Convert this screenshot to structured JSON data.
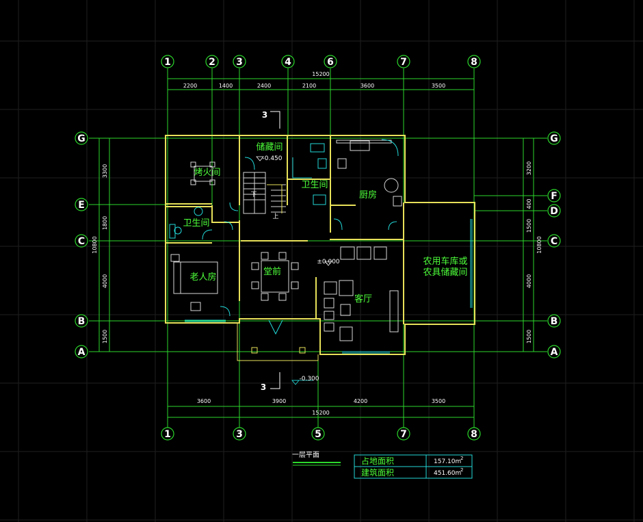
{
  "axes_top": [
    "1",
    "2",
    "3",
    "4",
    "6",
    "7",
    "8"
  ],
  "axes_bottom": [
    "1",
    "3",
    "5",
    "7",
    "8"
  ],
  "axes_left": [
    "G",
    "E",
    "C",
    "B",
    "A"
  ],
  "axes_right": [
    "G",
    "F",
    "D",
    "C",
    "B",
    "A"
  ],
  "dims_top_total": "15200",
  "dims_top": [
    "2200",
    "1400",
    "2400",
    "2100",
    "3600",
    "3500"
  ],
  "dims_bottom": [
    "3600",
    "3900",
    "4200",
    "3500"
  ],
  "dims_bottom_total": "15200",
  "dims_left": [
    "3300",
    "1800",
    "4000",
    "1500"
  ],
  "dims_left_total": "10800",
  "dims_right": [
    "3200",
    "400",
    "1500",
    "4000",
    "1500"
  ],
  "dims_right_total": "10800",
  "rooms": {
    "fire_room": "烤火间",
    "storage": "储藏间",
    "bath_upper": "卫生间",
    "kitchen": "厨房",
    "bath_left": "卫生间",
    "elder_room": "老人房",
    "dining": "堂前",
    "living": "客厅",
    "garage_line1": "农用车库或",
    "garage_line2": "农具储藏间"
  },
  "levels": {
    "storage": "-0.450",
    "main": "±0.000",
    "porch": "-0.300"
  },
  "stair_label": "下",
  "stair_label2": "上",
  "section_top": "3",
  "section_bottom": "3",
  "plan_title": "一层平面",
  "area_table": {
    "rows": [
      {
        "label": "占地面积",
        "value": "157.10m",
        "sup": "2"
      },
      {
        "label": "建筑面积",
        "value": "451.60m",
        "sup": "2"
      }
    ]
  },
  "colors": {
    "background": "#000000",
    "axis": "#2bd92b",
    "wall": "#e8e25a",
    "room_text": "#4dff3a",
    "fixture": "#23d9d9"
  }
}
